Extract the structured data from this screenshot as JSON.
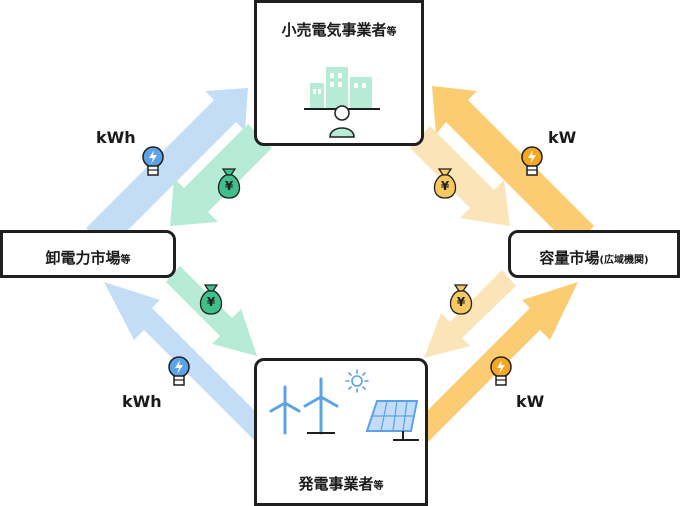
{
  "nodes": {
    "retail": {
      "label": "小売電気事業者",
      "suffix": "等"
    },
    "wholesale": {
      "label": "卸電力市場",
      "suffix": "等"
    },
    "capacity": {
      "label": "容量市場",
      "suffix": "(広域機関)"
    },
    "generation": {
      "label": "発電事業者",
      "suffix": "等"
    }
  },
  "flow_labels": {
    "kwh_top": "kWh",
    "kwh_bottom": "kWh",
    "kw_top": "kW",
    "kw_bottom": "kW"
  },
  "money_symbol": "¥",
  "colors": {
    "kwh_arrow": "#c4ddf7",
    "money_green": "#b6ecd6",
    "money_cream": "#fbe5b8",
    "kw_arrow": "#fbcc72",
    "bulb_blue": "#5ca2e6",
    "bulb_orange": "#f5a623"
  },
  "icons": [
    "lightbulb-icon",
    "money-bag-icon",
    "office-building-icon",
    "person-icon",
    "wind-turbine-icon",
    "sun-icon",
    "solar-panel-icon"
  ]
}
